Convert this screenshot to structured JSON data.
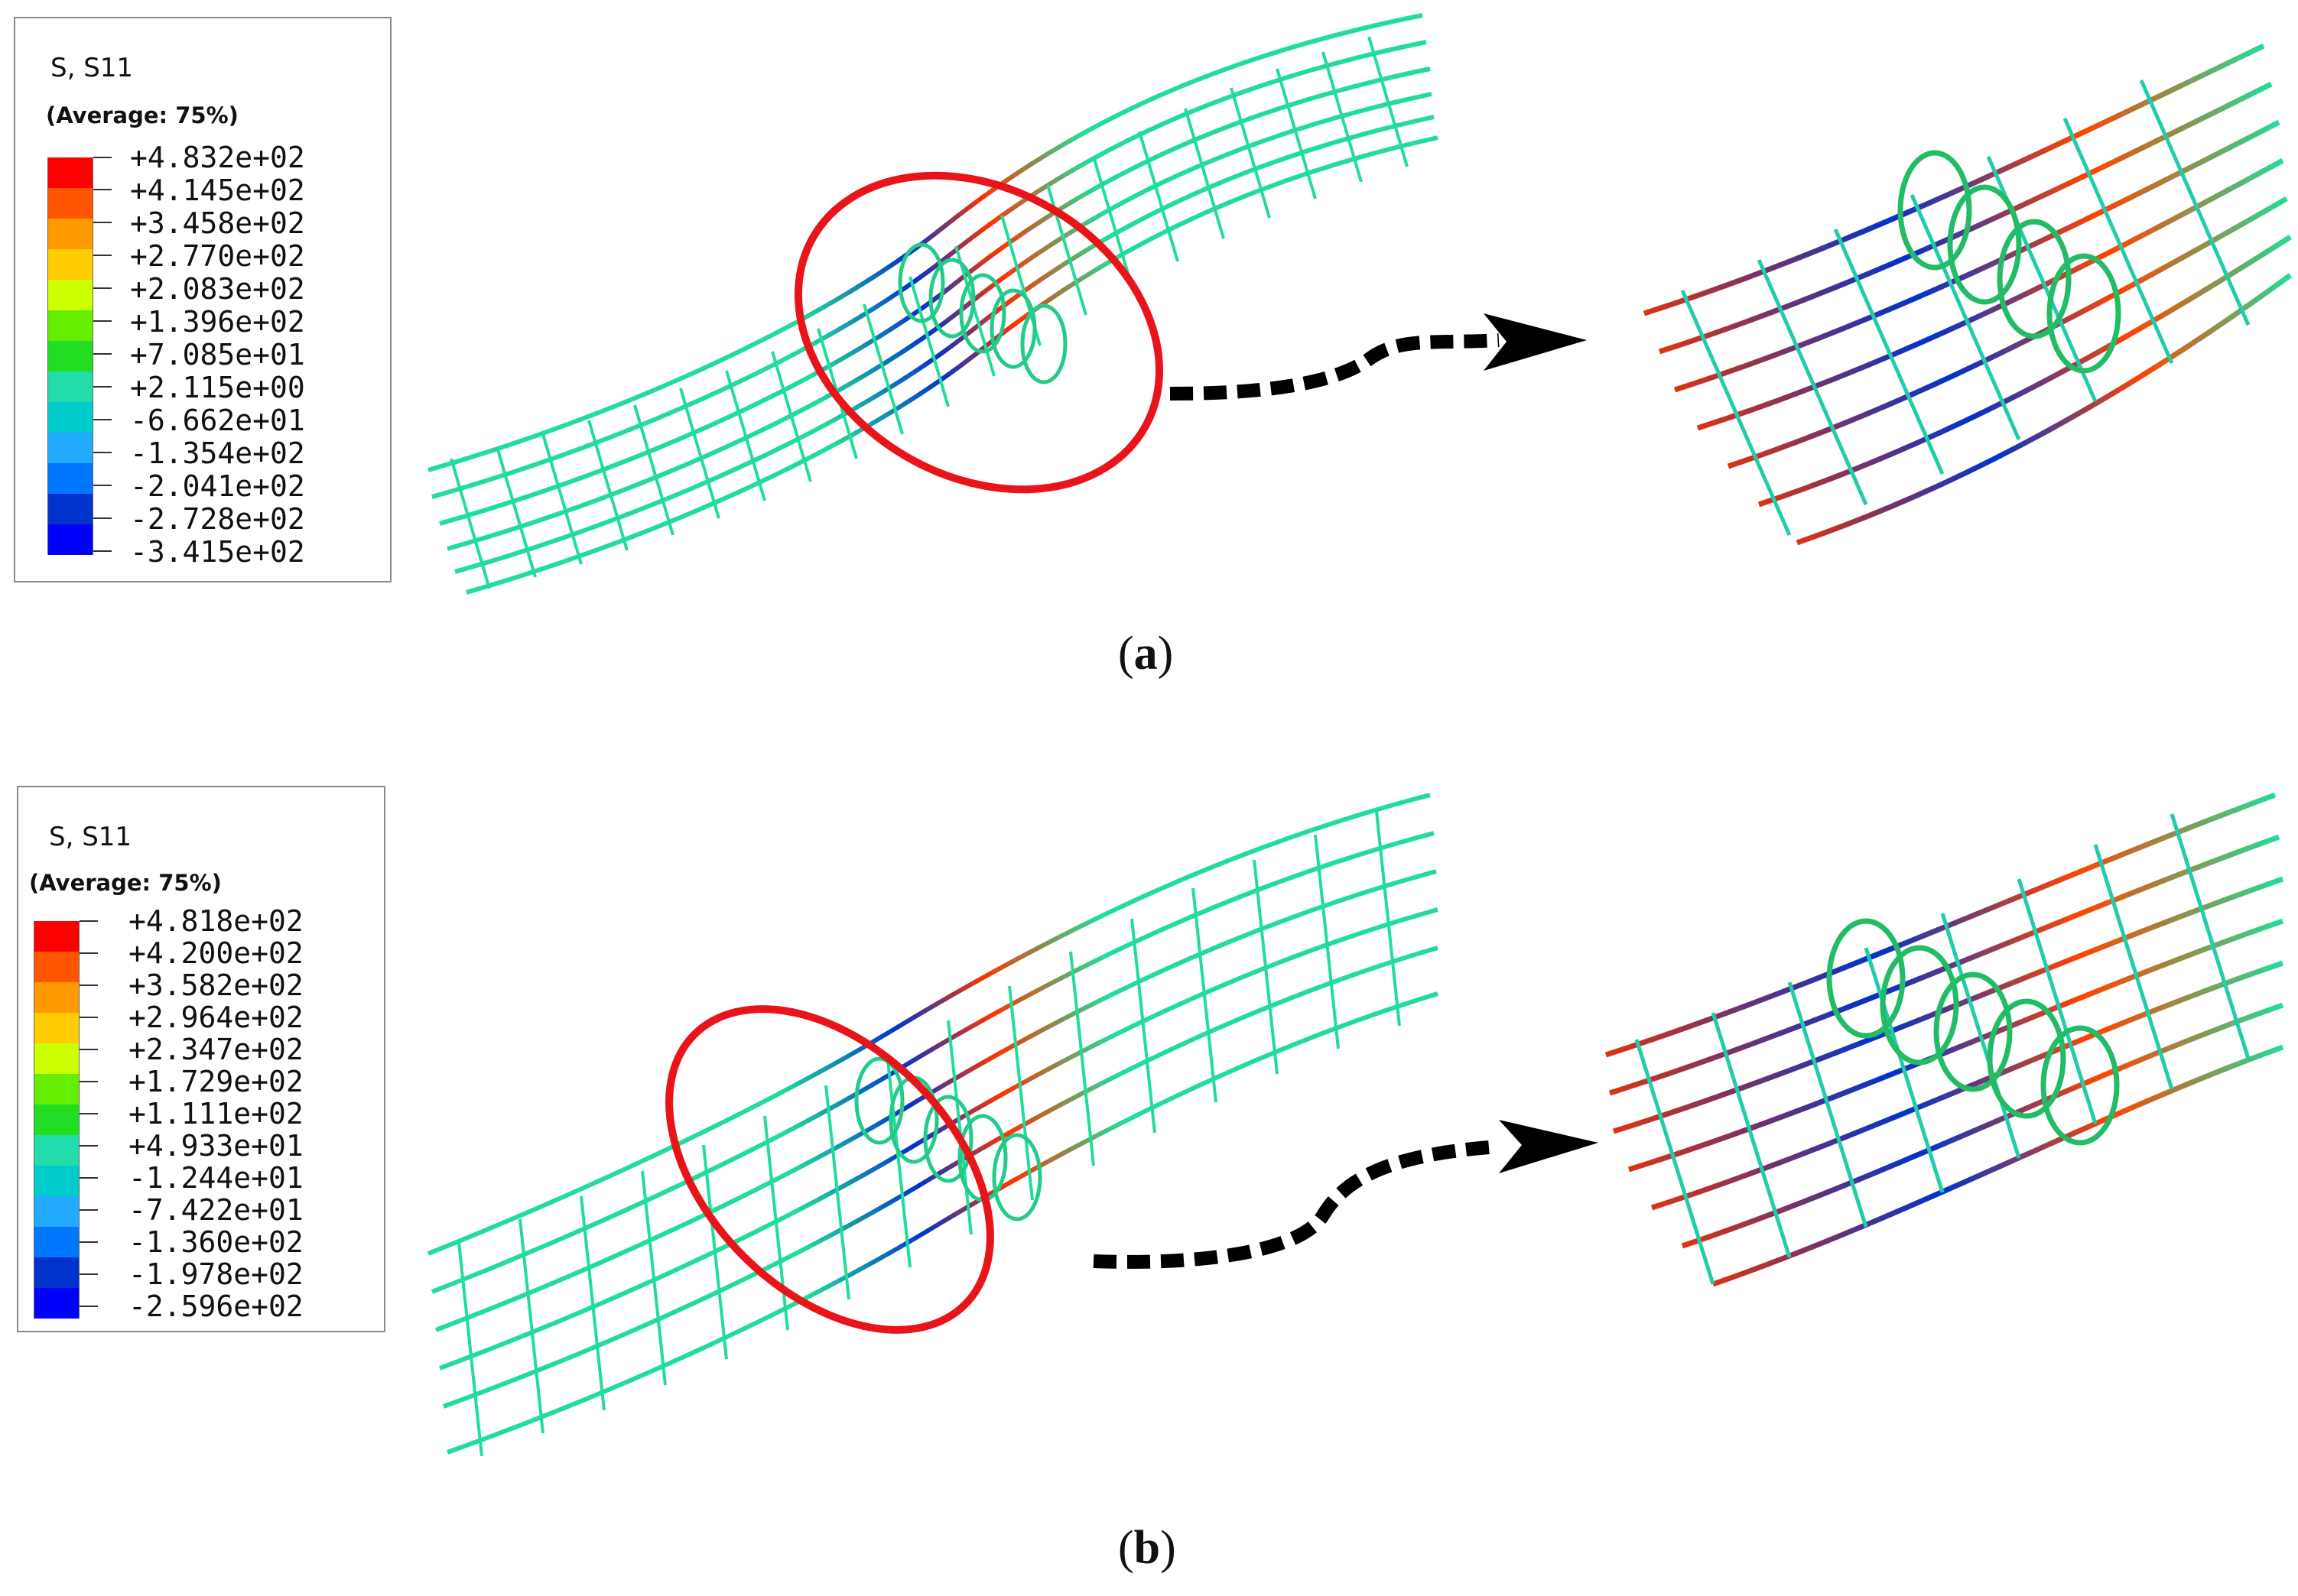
{
  "panels": [
    {
      "id": "a",
      "label": "a",
      "legend": {
        "title": "S, S11",
        "subtitle": "(Average: 75%)",
        "values": [
          "+4.832e+02",
          "+4.145e+02",
          "+3.458e+02",
          "+2.770e+02",
          "+2.083e+02",
          "+1.396e+02",
          "+7.085e+01",
          "+2.115e+00",
          "-6.662e+01",
          "-1.354e+02",
          "-2.041e+02",
          "-2.728e+02",
          "-3.415e+02"
        ]
      }
    },
    {
      "id": "b",
      "label": "b",
      "legend": {
        "title": "S, S11",
        "subtitle": "(Average: 75%)",
        "values": [
          "+4.818e+02",
          "+4.200e+02",
          "+3.582e+02",
          "+2.964e+02",
          "+2.347e+02",
          "+1.729e+02",
          "+1.111e+02",
          "+4.933e+01",
          "-1.244e+01",
          "-7.422e+01",
          "-1.360e+02",
          "-1.978e+02",
          "-2.596e+02"
        ]
      }
    }
  ],
  "colors": {
    "contour_scale": [
      "#ff0000",
      "#ff5500",
      "#ff9900",
      "#ffcc00",
      "#ccff00",
      "#66ee00",
      "#22dd22",
      "#22ddaa",
      "#00cccc",
      "#22aaff",
      "#0077ff",
      "#0033cc",
      "#0000ff"
    ],
    "highlight_ellipse": "#e8141a",
    "arrow": "#000000"
  }
}
